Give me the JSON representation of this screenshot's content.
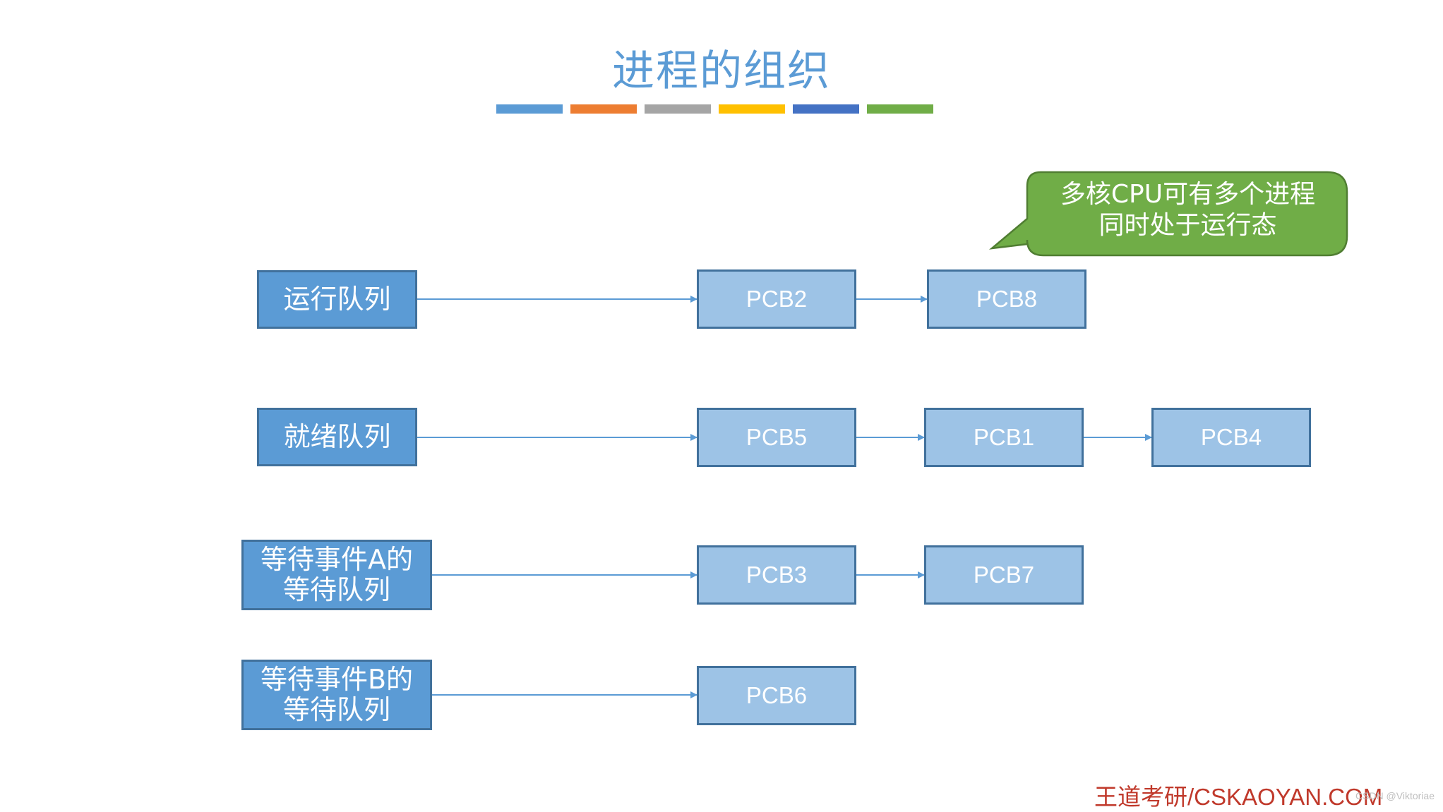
{
  "title": "进程的组织",
  "color_bars": [
    "#5B9BD5",
    "#ED7D31",
    "#A5A5A5",
    "#FFC000",
    "#4472C4",
    "#70AD47"
  ],
  "queues": {
    "running": "运行队列",
    "ready": "就绪队列",
    "wait_a": "等待事件A的\n等待队列",
    "wait_b": "等待事件B的\n等待队列"
  },
  "pcbs": {
    "pcb2": "PCB2",
    "pcb8": "PCB8",
    "pcb5": "PCB5",
    "pcb1": "PCB1",
    "pcb4": "PCB4",
    "pcb3": "PCB3",
    "pcb7": "PCB7",
    "pcb6": "PCB6"
  },
  "callout": {
    "line1": "多核CPU可有多个进程",
    "line2": "同时处于运行态"
  },
  "footer": "王道考研/CSKAOYAN.COM",
  "watermark": "CSDN @Viktoriae",
  "colors": {
    "accent": "#5B9BD5",
    "queue_fill": "#5B9BD5",
    "pcb_fill": "#9DC3E6",
    "border": "#41719C",
    "callout_fill": "#70AD47",
    "footer": "#C0392B"
  }
}
